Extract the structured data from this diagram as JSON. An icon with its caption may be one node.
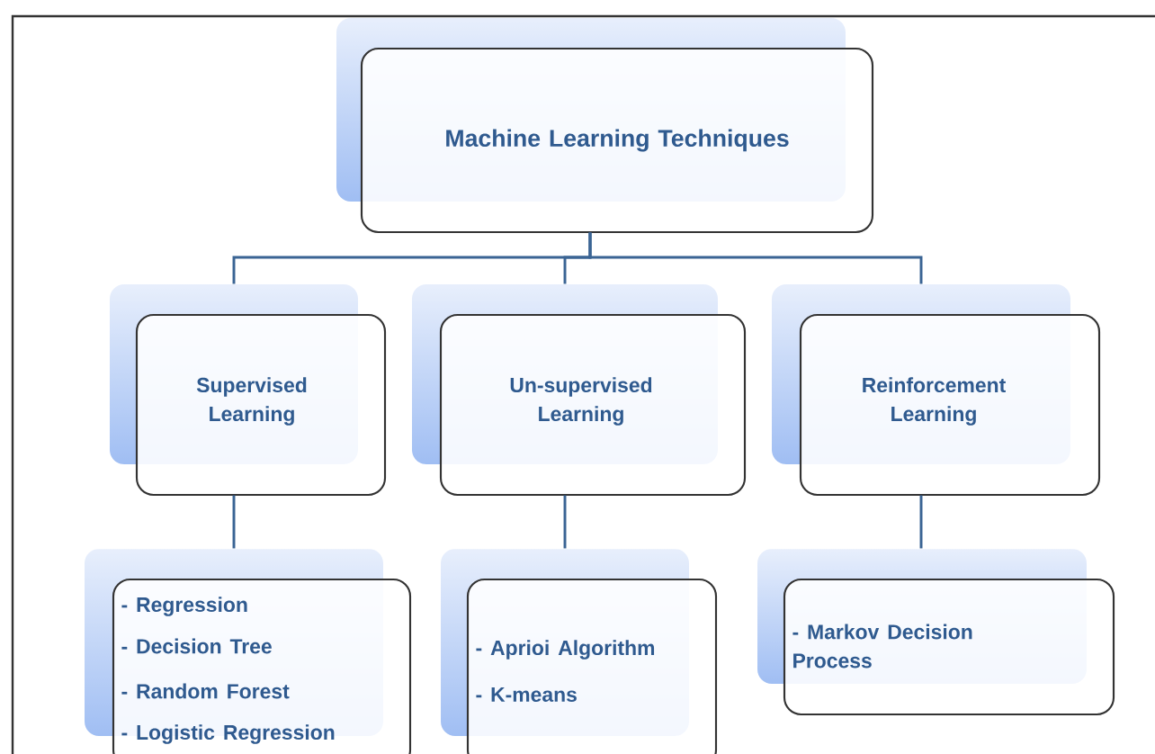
{
  "diagram": {
    "nodes": [
      {
        "text": [
          "Machine Learning Techniques"
        ]
      },
      {
        "text": [
          "Supervised Learning"
        ]
      },
      {
        "text": [
          "Un-supervised Learning"
        ]
      },
      {
        "text": [
          "Reinforcement Learning"
        ]
      },
      {
        "text": [
          "- Regression",
          "- Decision Tree",
          "- Random Forest",
          "- Logistic Regression"
        ]
      },
      {
        "text": [
          "- Aprioi Algorithm",
          "- K-means"
        ]
      },
      {
        "text": [
          "- Markov Decision Process"
        ]
      }
    ],
    "edges": [
      {
        "from": 0,
        "to": 1,
        "arrow": "none"
      },
      {
        "from": 0,
        "to": 2,
        "arrow": "none"
      },
      {
        "from": 0,
        "to": 3,
        "arrow": "none"
      },
      {
        "from": 1,
        "to": 4,
        "arrow": "none"
      },
      {
        "from": 2,
        "to": 5,
        "arrow": "none"
      },
      {
        "from": 3,
        "to": 6,
        "arrow": "none"
      }
    ]
  }
}
